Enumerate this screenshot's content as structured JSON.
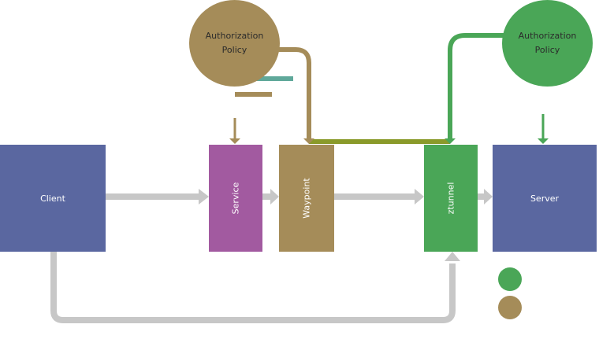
{
  "colors": {
    "workload": "#5a67a0",
    "service": "#a25aa0",
    "waypoint": "#a58c59",
    "ztunnel": "#4aa657",
    "flow": "#c7c7c7"
  },
  "nodes": {
    "client": "Client",
    "service": "Service",
    "waypoint": "Waypoint",
    "ztunnel": "ztunnel",
    "server": "Server"
  },
  "policies": {
    "waypoint_policy": "Authorization\nPolicy",
    "ztunnel_policy": "Authorization\nPolicy"
  },
  "tags": {
    "waypoint_binding": "",
    "waypoint_binding_2": "",
    "service_binding": "",
    "ztunnel_binding": "",
    "server_binding": ""
  },
  "legend": [
    {
      "label": "",
      "color": "#4aa657"
    },
    {
      "label": "",
      "color": "#a58c59"
    }
  ]
}
